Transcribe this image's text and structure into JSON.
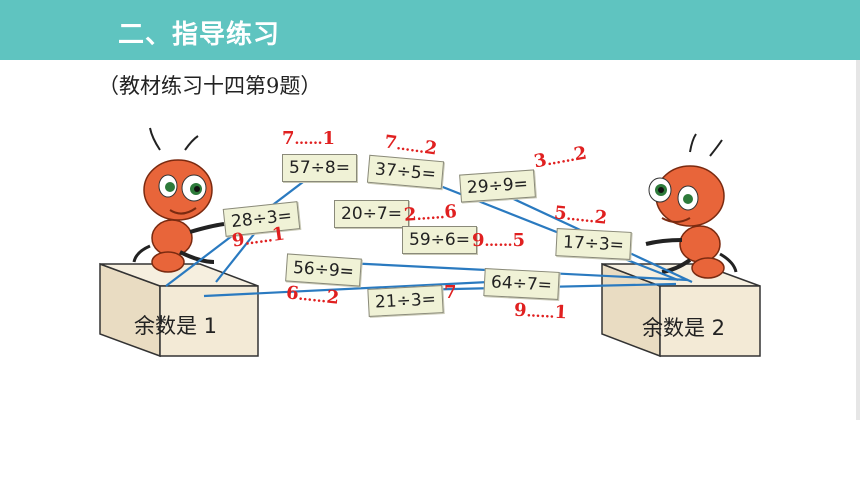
{
  "header": {
    "title": "二、指导练习"
  },
  "subtitle": "（教材练习十四第9题）",
  "colors": {
    "header": "#5fc4c0",
    "answer": "#e02020",
    "line": "#2a7ac0",
    "card": "#f0f2d6",
    "ant": "#e8653a",
    "box": "#f3ead6"
  },
  "boxes": {
    "left": {
      "label": "余数是 1"
    },
    "right": {
      "label": "余数是 2"
    }
  },
  "cards": [
    {
      "expr": "57÷8=",
      "quotient": "7",
      "dots": "……",
      "remainder": "1"
    },
    {
      "expr": "37÷5=",
      "quotient": "7",
      "dots": "……",
      "remainder": "2"
    },
    {
      "expr": "29÷9=",
      "quotient": "3",
      "dots": "……",
      "remainder": "2"
    },
    {
      "expr": "28÷3=",
      "quotient": "9",
      "dots": "……",
      "remainder": "1"
    },
    {
      "expr": "20÷7=",
      "quotient": "2",
      "dots": "……",
      "remainder": "6"
    },
    {
      "expr": "59÷6=",
      "quotient": "9",
      "dots": "……",
      "remainder": "5"
    },
    {
      "expr": "17÷3=",
      "quotient": "5",
      "dots": "……",
      "remainder": "2"
    },
    {
      "expr": "56÷9=",
      "quotient": "6",
      "dots": "……",
      "remainder": "2"
    },
    {
      "expr": "21÷3=",
      "quotient": "7",
      "dots": "",
      "remainder": ""
    },
    {
      "expr": "64÷7=",
      "quotient": "9",
      "dots": "……",
      "remainder": "1"
    }
  ]
}
